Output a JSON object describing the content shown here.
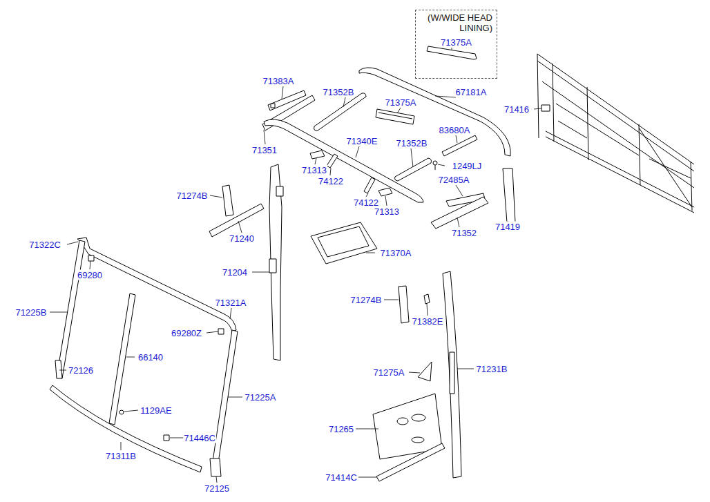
{
  "diagram": {
    "nodes": [
      {
        "text": [
          "(W/WIDE HEAD LINING)",
          "71375A"
        ]
      }
    ],
    "labels": [
      "71383A",
      "71352B",
      "67181A",
      "71375A",
      "71416",
      "83680A",
      "71351",
      "71340E",
      "71352B",
      "71313",
      "1249LJ",
      "74122",
      "72485A",
      "71274B",
      "74122",
      "71313",
      "71419",
      "71352",
      "71240",
      "71322C",
      "71370A",
      "69280",
      "71204",
      "71321A",
      "71274B",
      "71225B",
      "71382E",
      "69280Z",
      "66140",
      "72126",
      "71275A",
      "71231B",
      "71225A",
      "1129AE",
      "71265",
      "71446C",
      "71311B",
      "71414C",
      "72125"
    ]
  }
}
